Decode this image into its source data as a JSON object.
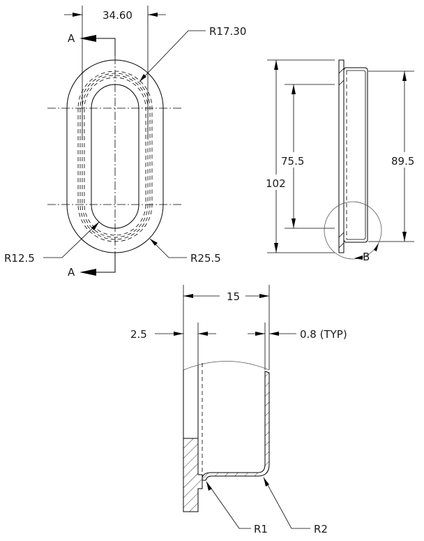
{
  "drawing": {
    "front_view": {
      "width_dim": "34.60",
      "section_label_top": "A",
      "section_label_bottom": "A",
      "radius_mid": "R17.30",
      "radius_inner": "R12.5",
      "radius_outer": "R25.5"
    },
    "side_view": {
      "overall_height": "102",
      "inner_height": "75.5",
      "cup_height": "89.5",
      "detail_label": "B"
    },
    "detail_view": {
      "depth": "15",
      "flange_thickness": "2.5",
      "wall_thickness": "0.8 (TYP)",
      "bend_radius_1": "R1",
      "bend_radius_2": "R2"
    }
  }
}
